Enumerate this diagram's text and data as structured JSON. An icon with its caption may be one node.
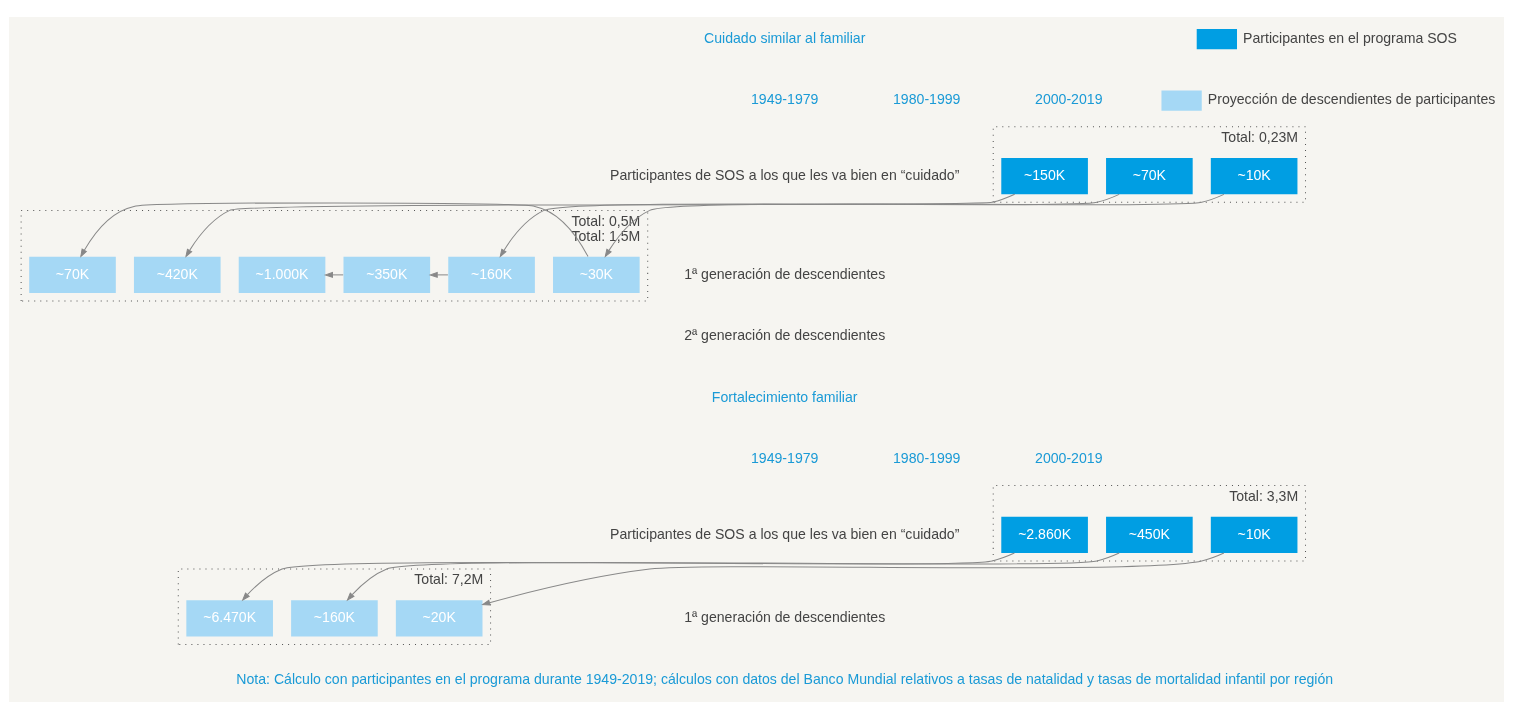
{
  "diagram": {
    "nodes": [
      {
        "text": [
          "Total: 0,23M"
        ]
      },
      {
        "text": [
          "~10K"
        ],
        "in": 0
      },
      {
        "text": [
          "~70K"
        ],
        "in": 0
      },
      {
        "text": [
          "~150K"
        ],
        "in": 0
      },
      {
        "text": [
          "Total: 0,5M",
          "Total: 1,5M"
        ]
      },
      {
        "text": [
          "~30K"
        ],
        "in": 4
      },
      {
        "text": [
          "~160K"
        ],
        "in": 4
      },
      {
        "text": [
          "~350K"
        ],
        "in": 4
      },
      {
        "text": [
          "~70K"
        ],
        "in": 4
      },
      {
        "text": [
          "~420K"
        ],
        "in": 4
      },
      {
        "text": [
          "~1.000K"
        ],
        "in": 4
      },
      {
        "text": [
          "Total: 3,3M"
        ]
      },
      {
        "text": [
          "~10K"
        ],
        "in": 11
      },
      {
        "text": [
          "~450K"
        ],
        "in": 11
      },
      {
        "text": [
          "~2.860K"
        ],
        "in": 11
      },
      {
        "text": [
          "Total: 7,2M"
        ]
      },
      {
        "text": [
          "~20K"
        ],
        "in": 15
      },
      {
        "text": [
          "~160K"
        ],
        "in": 15
      },
      {
        "text": [
          "~6.470K"
        ],
        "in": 15
      }
    ],
    "edges": [
      {
        "from": 1,
        "to": 5,
        "arrow": "to"
      },
      {
        "from": 2,
        "to": 6,
        "arrow": "to"
      },
      {
        "from": 5,
        "to": 8,
        "arrow": "to"
      },
      {
        "from": 6,
        "to": 7,
        "arrow": "to"
      },
      {
        "from": 3,
        "to": 9,
        "arrow": "to"
      },
      {
        "from": 7,
        "to": 10,
        "arrow": "to"
      },
      {
        "from": 12,
        "to": 16,
        "arrow": "to"
      },
      {
        "from": 13,
        "to": 17,
        "arrow": "to"
      },
      {
        "from": 14,
        "to": 18,
        "arrow": "to"
      }
    ],
    "labels": [
      "Cuidado similar al familiar",
      "1949-1979",
      "1980-1999",
      "2000-2019",
      "Participantes de SOS a los que les va bien en “cuidado”",
      "1ª generación de descendientes",
      "2ª generación de descendientes",
      "Fortalecimiento familiar",
      "1949-1979",
      "1980-1999",
      "2000-2019",
      "Participantes de SOS a los que les va bien en “cuidado”",
      "1ª generación de descendientes",
      "Nota: Cálculo con participantes en el programa durante 1949-2019; cálculos con datos del Banco Mundial relativos a tasas de natalidad y tasas de mortalidad infantil por región"
    ],
    "legend": [
      {
        "text": "Participantes en el programa SOS",
        "color": "#009ee3"
      },
      {
        "text": "Proyección de descendientes de participantes",
        "color": "#a5d8f5"
      }
    ]
  }
}
